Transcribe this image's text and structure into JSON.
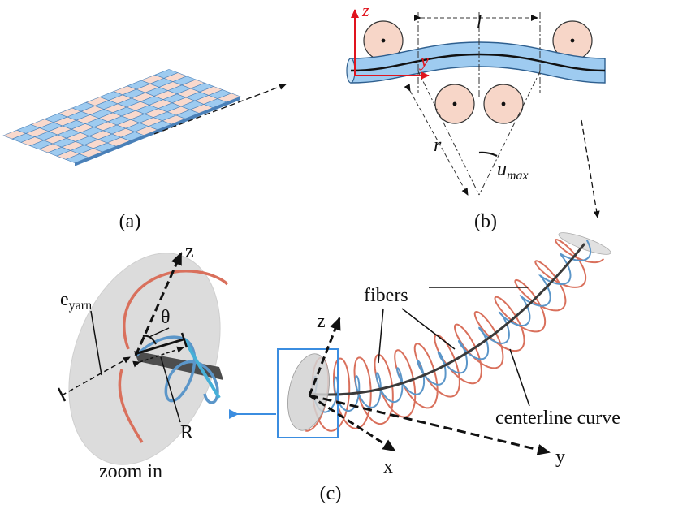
{
  "panels": {
    "a": {
      "caption": "(a)"
    },
    "b": {
      "caption": "(b)",
      "axis_z": "z",
      "axis_y": "y",
      "length_label": "l",
      "radius_label": "r",
      "angle_label_main": "u",
      "angle_label_sub": "max"
    },
    "c": {
      "caption": "(c)",
      "axis_x": "x",
      "axis_y": "y",
      "axis_z": "z",
      "fibers_label": "fibers",
      "centerline_label": "centerline curve",
      "zoom_label": "zoom in",
      "zoom_axis_z": "z",
      "theta_label": "θ",
      "eyarn_main": "e",
      "eyarn_sub": "yarn",
      "R_label": "R"
    }
  },
  "colors": {
    "yarn_blue": "#9ecbf0",
    "yarn_edge": "#4a80b8",
    "tile_pink": "#f9d9cd",
    "roller_fill": "#f7d6c8",
    "fiber_red": "#d9705c",
    "fiber_blue": "#5b96c9",
    "axis_red": "#e0141e",
    "zoom_box": "#3b8de0"
  }
}
